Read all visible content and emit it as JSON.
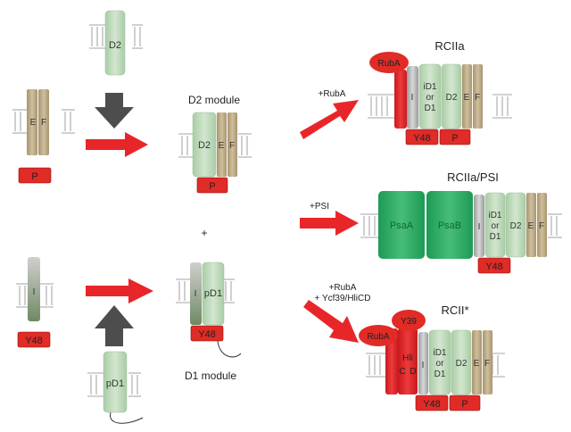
{
  "labels": {
    "d2_module": "D2 module",
    "d1_module": "D1 module",
    "plus": "+",
    "plus_ruba": "+RubA",
    "plus_psi": "+PSI",
    "plus_ruba_ycf": "+RubA",
    "plus_ruba_ycf2": "+ Ycf39/HliCD",
    "rciia": "RCIIa",
    "rciia_psi": "RCIIa/PSI",
    "rcii_star": "RCII*"
  },
  "proteins": {
    "d2": "D2",
    "e": "E",
    "f": "F",
    "p": "P",
    "i": "I",
    "y48": "Y48",
    "pd1": "pD1",
    "ruba": "RubA",
    "id1_line1": "iD1",
    "id1_line2": "or",
    "id1_line3": "D1",
    "psaa": "PsaA",
    "psab": "PsaB",
    "y39": "Y39",
    "hli": "Hli",
    "hli_c": "C",
    "hli_d": "D"
  },
  "colors": {
    "arrow_red": "#e8262a",
    "arrow_gray": "#4d4d4d",
    "label_red": "#e12b26",
    "d2_green": "#c3dcc0",
    "ef_tan": "#bfae8a",
    "psa_green": "#2ea865"
  }
}
